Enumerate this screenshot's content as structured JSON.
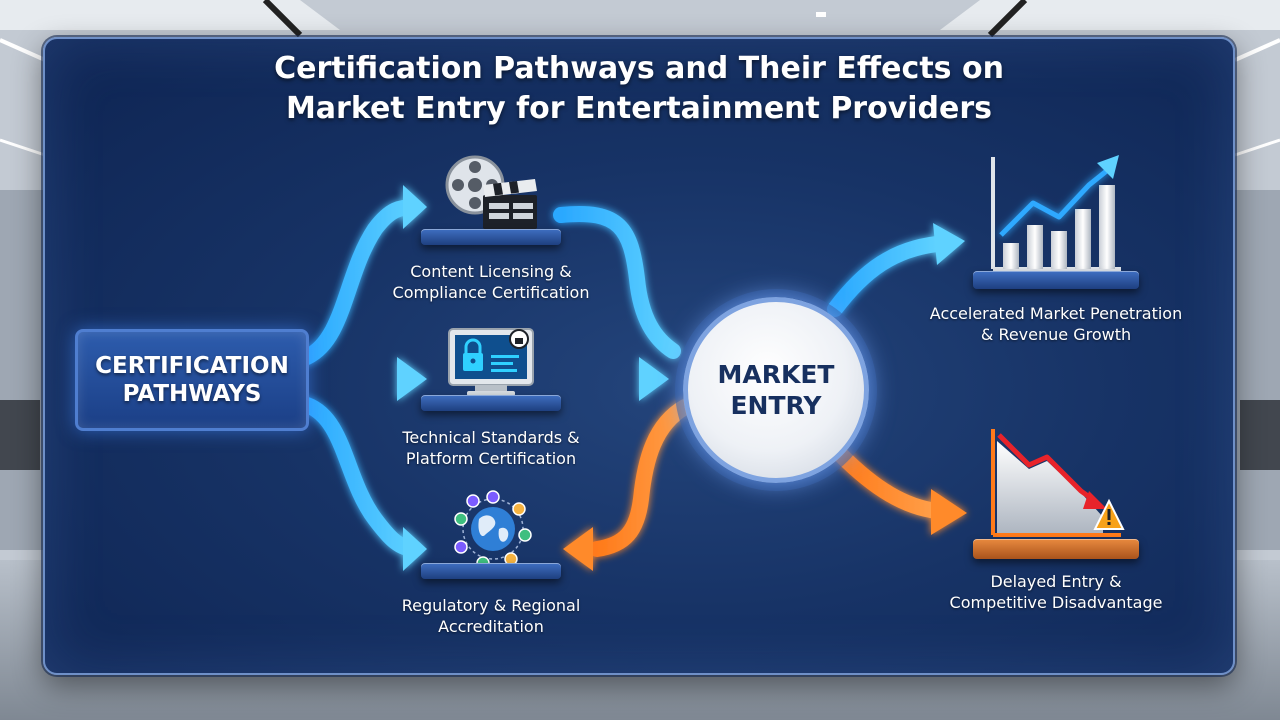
{
  "title": {
    "line1": "Certification Pathways and Their Effects on",
    "line2": "Market Entry for Entertainment Providers"
  },
  "source": {
    "label": "CERTIFICATION\nPATHWAYS"
  },
  "hub": {
    "label": "MARKET\nENTRY"
  },
  "pathways": [
    {
      "label": "Content Licensing &\nCompliance Certification",
      "icon": "film-reel-clapperboard-icon"
    },
    {
      "label": "Technical Standards &\nPlatform Certification",
      "icon": "monitor-lock-icon"
    },
    {
      "label": "Regulatory & Regional\nAccreditation",
      "icon": "globe-network-icon"
    }
  ],
  "outcomes": [
    {
      "label": "Accelerated Market Penetration\n& Revenue Growth",
      "icon": "rising-bar-chart-icon",
      "tone": "positive"
    },
    {
      "label": "Delayed Entry &\nCompetitive Disadvantage",
      "icon": "declining-chart-warning-icon",
      "tone": "negative"
    }
  ],
  "colors": {
    "positive_arrow": "#36b6ff",
    "negative_arrow": "#ff8a2a",
    "board": "#173366",
    "hub_border": "#7ea3e0"
  }
}
